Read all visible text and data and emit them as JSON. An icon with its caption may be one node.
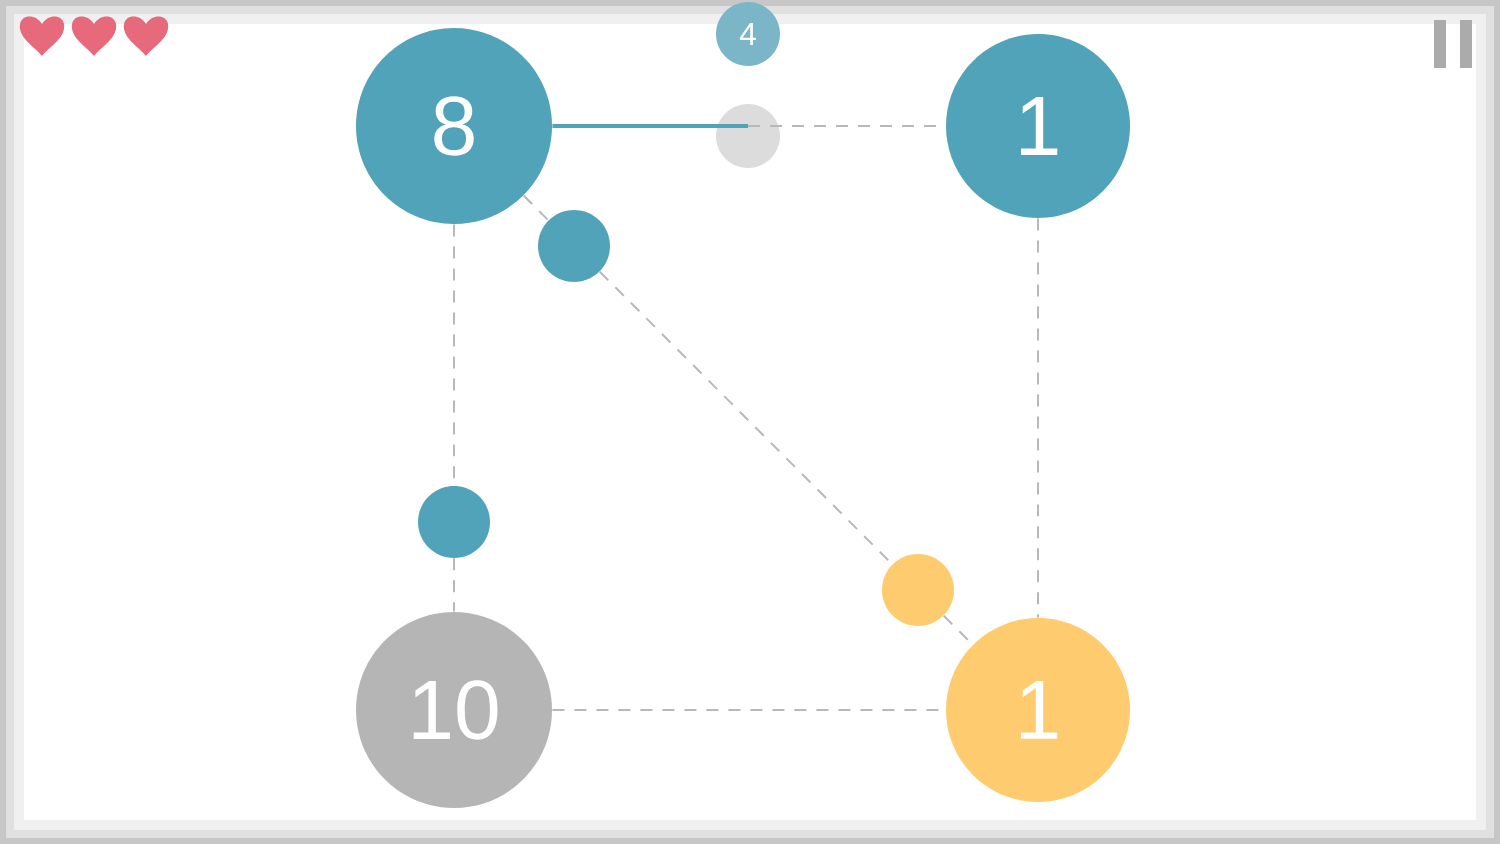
{
  "diagram": {
    "nodes": [
      {
        "text": [
          "4"
        ]
      },
      {
        "text": [
          "8"
        ]
      },
      {
        "text": [],
        "shape": "circle"
      },
      {
        "text": [
          "1"
        ]
      },
      {
        "text": [],
        "shape": "circle"
      },
      {
        "text": [],
        "shape": "circle"
      },
      {
        "text": [],
        "shape": "circle"
      },
      {
        "text": [
          "10"
        ]
      },
      {
        "text": [
          "1"
        ]
      }
    ],
    "edges": [
      {
        "from": 1,
        "to": 2,
        "arrow": "none",
        "color": "#50a3b8"
      },
      {
        "from": 2,
        "to": 3,
        "arrow": "none",
        "style": "dashed"
      },
      {
        "from": 1,
        "to": 4,
        "arrow": "none",
        "style": "dashed"
      },
      {
        "from": 4,
        "to": 6,
        "arrow": "none",
        "style": "dashed"
      },
      {
        "from": 6,
        "to": 8,
        "arrow": "none",
        "style": "dashed"
      },
      {
        "from": 1,
        "to": 5,
        "arrow": "none",
        "style": "dashed"
      },
      {
        "from": 5,
        "to": 7,
        "arrow": "none",
        "style": "dashed"
      },
      {
        "from": 7,
        "to": 8,
        "arrow": "none",
        "style": "dashed"
      },
      {
        "from": 3,
        "to": 8,
        "arrow": "none",
        "style": "dashed"
      }
    ]
  }
}
